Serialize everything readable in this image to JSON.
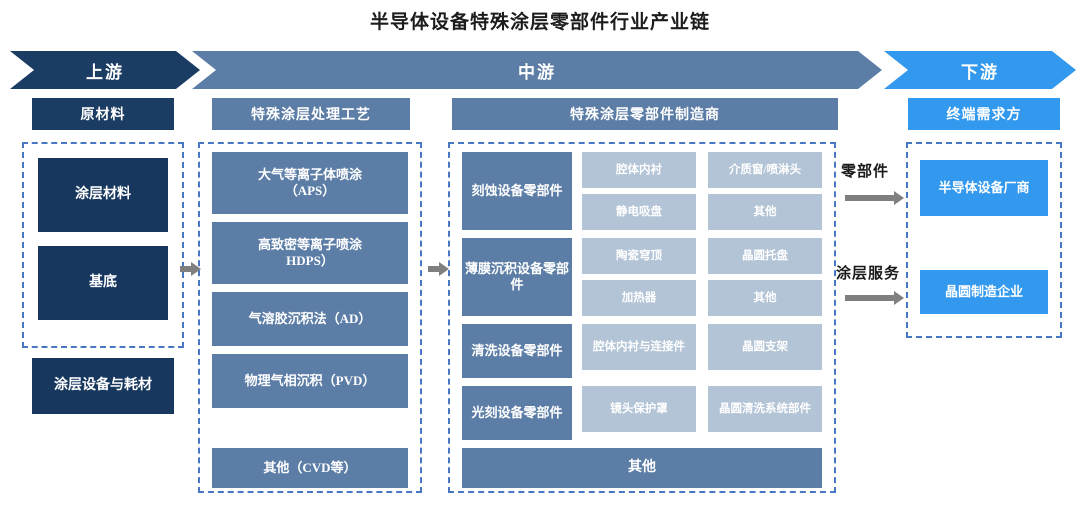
{
  "title": "半导体设备特殊涂层零部件行业产业链",
  "colors": {
    "navy": "#17375e",
    "banner_navy": "#1b3c63",
    "slate": "#5c7ea6",
    "steel": "#b3c4d6",
    "azure": "#3399ee",
    "dashed_border": "#4a77c4",
    "arrow_gray": "#7f7f7f"
  },
  "banners": {
    "upstream": "上游",
    "midstream": "中游",
    "downstream": "下游"
  },
  "upstream": {
    "header": "原材料",
    "items": [
      {
        "label": "涂层材料"
      },
      {
        "label": "基底"
      }
    ],
    "standalone": "涂层设备与耗材"
  },
  "process": {
    "header": "特殊涂层处理工艺",
    "items": [
      {
        "label": "大气等离子体喷涂\n（APS）"
      },
      {
        "label": "高致密等离子喷涂\nHDPS）"
      },
      {
        "label": "气溶胶沉积法（AD）"
      },
      {
        "label": "物理气相沉积（PVD）"
      },
      {
        "label": "其他（CVD等）"
      }
    ]
  },
  "manufacturer": {
    "header": "特殊涂层零部件制造商",
    "categories": [
      {
        "label": "刻蚀设备零部件",
        "items": [
          "腔体内衬",
          "介质窗/喷淋头",
          "静电吸盘",
          "其他"
        ]
      },
      {
        "label": "薄膜沉积设备零部件",
        "items": [
          "陶瓷穹顶",
          "晶圆托盘",
          "加热器",
          "其他"
        ]
      },
      {
        "label": "清洗设备零部件",
        "items": [
          "腔体内衬与连接件",
          "晶圆支架"
        ]
      },
      {
        "label": "光刻设备零部件",
        "items": [
          "镜头保护罩",
          "晶圆清洗系统部件"
        ]
      }
    ],
    "other": "其他"
  },
  "downstream": {
    "header": "终端需求方",
    "items": [
      {
        "label": "半导体设备厂商"
      },
      {
        "label": "晶圆制造企业"
      }
    ]
  },
  "connectors": {
    "parts_label": "零部件",
    "coating_service_label": "涂层服务"
  }
}
